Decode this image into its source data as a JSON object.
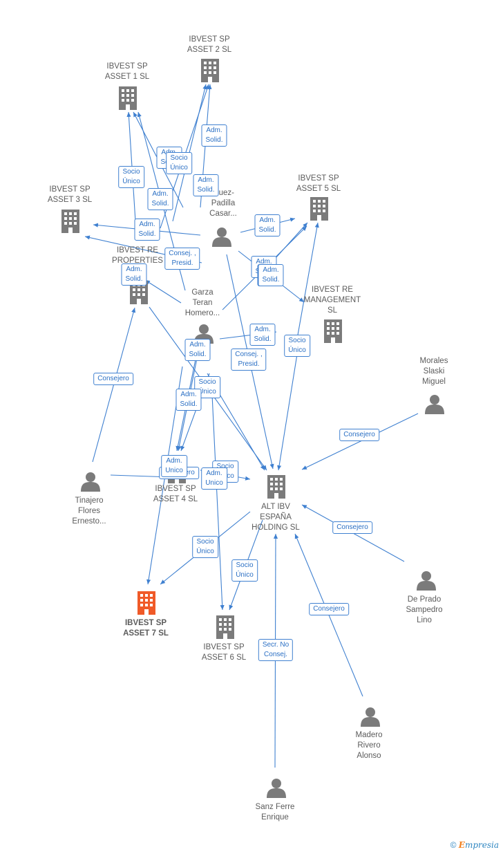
{
  "colors": {
    "edge": "#3f80d0",
    "company": "#7b7b7b",
    "focus_company": "#f05a28",
    "person": "#7b7b7b"
  },
  "nodes": [
    {
      "id": "asset2",
      "kind": "company",
      "label": [
        "IBVEST SP",
        "ASSET 2  SL"
      ]
    },
    {
      "id": "asset1",
      "kind": "company",
      "label": [
        "IBVEST SP",
        "ASSET 1  SL"
      ]
    },
    {
      "id": "asset3",
      "kind": "company",
      "label": [
        "IBVEST SP",
        "ASSET 3  SL"
      ]
    },
    {
      "id": "asset5",
      "kind": "company",
      "label": [
        "IBVEST SP",
        "ASSET 5  SL"
      ]
    },
    {
      "id": "reprop",
      "kind": "company",
      "label": [
        "IBVEST RE",
        "PROPERTIES"
      ]
    },
    {
      "id": "remgmt",
      "kind": "company",
      "label": [
        "IBVEST RE",
        "MANAGEMENT",
        "SL"
      ]
    },
    {
      "id": "asset4",
      "kind": "company",
      "label": [
        "IBVEST SP",
        "ASSET 4  SL"
      ]
    },
    {
      "id": "altibv",
      "kind": "company",
      "label": [
        "ALT IBV",
        "ESPAÑA",
        "HOLDING  SL"
      ]
    },
    {
      "id": "asset7",
      "kind": "focus",
      "label": [
        "IBVEST SP",
        "ASSET 7  SL"
      ]
    },
    {
      "id": "asset6",
      "kind": "company",
      "label": [
        "IBVEST SP",
        "ASSET 6  SL"
      ]
    },
    {
      "id": "padilla",
      "kind": "person",
      "label": [
        "...uez-",
        "Padilla",
        "Casar..."
      ]
    },
    {
      "id": "garza",
      "kind": "person",
      "label": [
        "Garza",
        "Teran",
        "Homero..."
      ]
    },
    {
      "id": "morales",
      "kind": "person",
      "label": [
        "Morales",
        "Slaski",
        "Miguel"
      ]
    },
    {
      "id": "tinajero",
      "kind": "person",
      "label": [
        "Tinajero",
        "Flores",
        "Ernesto..."
      ]
    },
    {
      "id": "deprado",
      "kind": "person",
      "label": [
        "De Prado",
        "Sampedro",
        "Lino"
      ]
    },
    {
      "id": "madero",
      "kind": "person",
      "label": [
        "Madero",
        "Rivero",
        "Alonso"
      ]
    },
    {
      "id": "sanz",
      "kind": "person",
      "label": [
        "Sanz Ferre",
        "Enrique"
      ]
    }
  ],
  "edge_labels": [
    {
      "id": "e1",
      "lines": [
        "Adm.",
        "Solid."
      ]
    },
    {
      "id": "e2",
      "lines": [
        "Adm.",
        "Solid."
      ]
    },
    {
      "id": "e3",
      "lines": [
        "Socio",
        "Único"
      ]
    },
    {
      "id": "e4",
      "lines": [
        "Adm.",
        "Solid."
      ]
    },
    {
      "id": "e5",
      "lines": [
        "Socio",
        "Único"
      ]
    },
    {
      "id": "e6",
      "lines": [
        "Adm.",
        "Solid."
      ]
    },
    {
      "id": "e7",
      "lines": [
        "Adm.",
        "Solid."
      ]
    },
    {
      "id": "e8",
      "lines": [
        "Adm.",
        "Solid."
      ]
    },
    {
      "id": "e9",
      "lines": [
        "Adm.",
        "Solid."
      ]
    },
    {
      "id": "e10",
      "lines": [
        "Consej. ,",
        "Presid."
      ]
    },
    {
      "id": "e11",
      "lines": [
        "Adm.",
        "Solid."
      ]
    },
    {
      "id": "e12",
      "lines": [
        "Adm.",
        "Solid."
      ]
    },
    {
      "id": "e13",
      "lines": [
        "Adm.",
        "Solid."
      ]
    },
    {
      "id": "e14",
      "lines": [
        "Adm.",
        "Solid."
      ]
    },
    {
      "id": "e15",
      "lines": [
        "Socio",
        "Único"
      ]
    },
    {
      "id": "e16",
      "lines": [
        "Adm.",
        "Solid."
      ]
    },
    {
      "id": "e17",
      "lines": [
        "Consej. ,",
        "Presid."
      ]
    },
    {
      "id": "e18",
      "lines": [
        "Socio",
        "Único"
      ]
    },
    {
      "id": "e19",
      "lines": [
        "Adm.",
        "Solid."
      ]
    },
    {
      "id": "e20",
      "lines": [
        "Consejero"
      ]
    },
    {
      "id": "e21",
      "lines": [
        "Consejero"
      ]
    },
    {
      "id": "e22",
      "lines": [
        "Consejero"
      ]
    },
    {
      "id": "e23",
      "lines": [
        "Adm.",
        "Unico"
      ]
    },
    {
      "id": "e24",
      "lines": [
        "Socio",
        "Único"
      ]
    },
    {
      "id": "e25",
      "lines": [
        "Adm.",
        "Unico"
      ]
    },
    {
      "id": "e26",
      "lines": [
        "Consejero"
      ]
    },
    {
      "id": "e27",
      "lines": [
        "Socio",
        "Único"
      ]
    },
    {
      "id": "e28",
      "lines": [
        "Socio",
        "Único"
      ]
    },
    {
      "id": "e29",
      "lines": [
        "Consejero"
      ]
    },
    {
      "id": "e30",
      "lines": [
        "Secr.  No",
        "Consej."
      ]
    }
  ],
  "footer": {
    "copyright": "©",
    "brand_initial": "E",
    "brand_rest": "mpresia"
  }
}
